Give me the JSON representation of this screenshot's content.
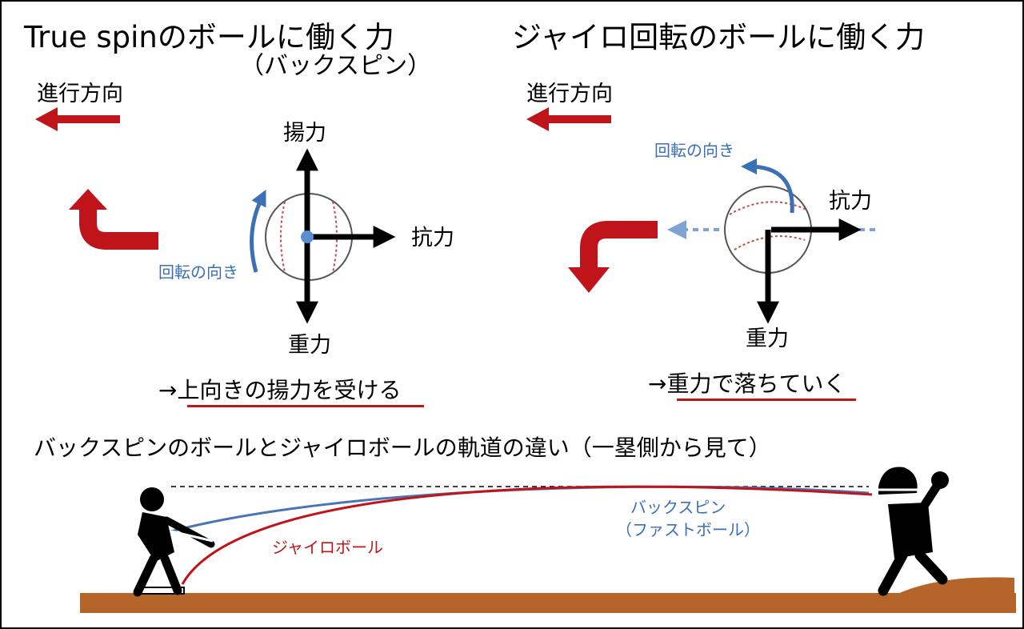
{
  "left_panel": {
    "title": "True spinのボールに働く力",
    "subtitle": "（バックスピン）",
    "direction_label": "進行方向",
    "lift_label": "揚力",
    "drag_label": "抗力",
    "gravity_label": "重力",
    "rotation_label": "回転の向き",
    "conclusion": "→上向きの揚力を受ける"
  },
  "right_panel": {
    "title": "ジャイロ回転のボールに働く力",
    "direction_label": "進行方向",
    "rotation_label": "回転の向き",
    "drag_label": "抗力",
    "gravity_label": "重力",
    "conclusion": "→重力で落ちていく"
  },
  "trajectory": {
    "heading": "バックスピンのボールとジャイロボールの軌道の違い（一塁側から見て）",
    "backspin_label_line1": "バックスピン",
    "backspin_label_line2": "（ファストボール）",
    "gyro_label": "ジャイロボール"
  },
  "colors": {
    "force_arrow": "#000000",
    "direction_arrow": "#c0141b",
    "rotation": "#3b6fb6",
    "ground": "#b5642a",
    "backspin_path": "#4a74b6",
    "gyro_path": "#c0141b"
  }
}
